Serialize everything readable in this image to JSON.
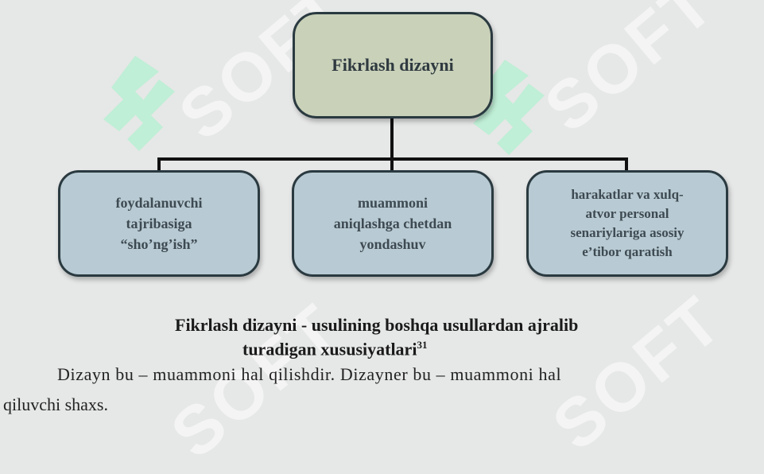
{
  "diagram": {
    "root": "Fikrlash dizayni",
    "children": [
      "foydalanuvchi tajribasiga “sho’ng’ish”",
      "muammoni aniqlashga chetdan yondashuv",
      "harakatlar va xulq-atvor personal senariylariga asosiy e’tibor qaratish"
    ],
    "children_lines": [
      [
        "foydalanuvchi",
        "tajribasiga",
        "“sho’ng’ish”"
      ],
      [
        "muammoni",
        "aniqlashga chetdan",
        "yondashuv"
      ],
      [
        "harakatlar va xulq-",
        "atvor personal",
        "senariylariga asosiy",
        "e’tibor qaratish"
      ]
    ]
  },
  "caption": {
    "line1": "Fikrlash dizayni - usulining boshqa usullardan ajralib",
    "line2": "turadigan xususiyatlari",
    "footnote": "31"
  },
  "paragraph": {
    "line1": "Dizayn bu – muammoni hal qilishdir. Dizayner bu – muammoni hal",
    "line2": "qiluvchi shaxs."
  },
  "watermark": "SOFT",
  "colors": {
    "background": "#e6e7e7",
    "root_fill": "#c9d1b9",
    "child_fill": "#b8cad3",
    "watermark_logo": "#bfefd6"
  }
}
